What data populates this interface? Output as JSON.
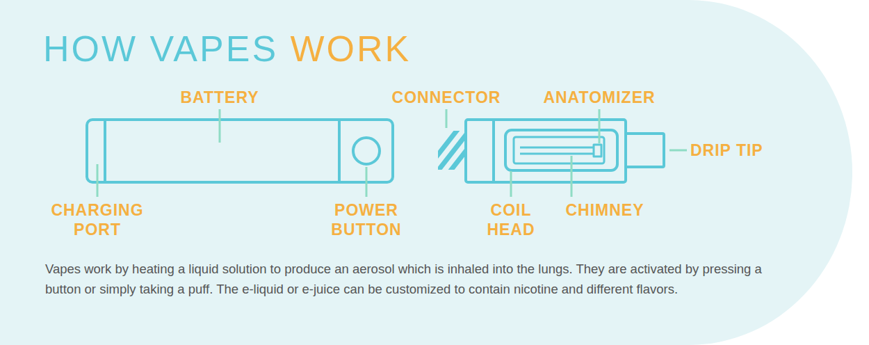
{
  "diagram": {
    "title": "HOW VAPES WORK",
    "caption": "Vapes work by heating a liquid solution to produce an aerosol which is inhaled into the lungs. They are activated by pressing a button or simply taking a puff. The e-liquid or e-juice can be customized to contain nicotine and different flavors.",
    "labels": [
      "BATTERY",
      "CONNECTOR",
      "ANATOMIZER",
      "DRIP TIP",
      "CHARGING PORT",
      "POWER BUTTON",
      "COIL HEAD",
      "CHIMNEY"
    ]
  }
}
